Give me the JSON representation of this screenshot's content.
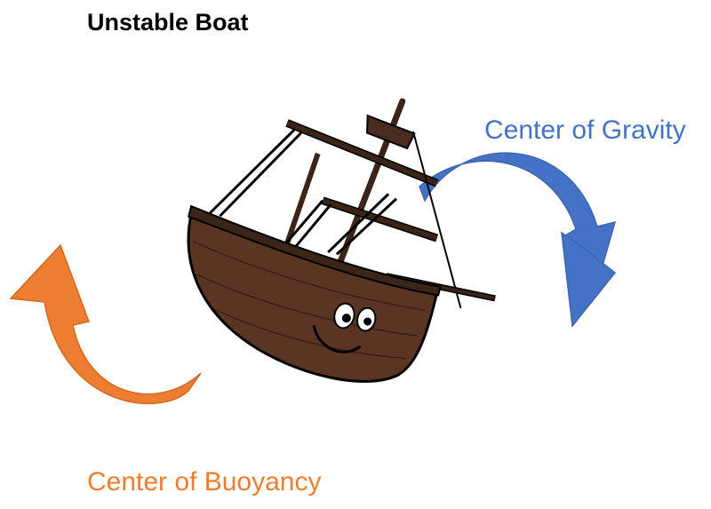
{
  "title": "Unstable Boat",
  "labels": {
    "center_of_gravity": "Center of Gravity",
    "center_of_buoyancy": "Center of Buoyancy"
  },
  "colors": {
    "gravity": "#4472C4",
    "buoyancy": "#ED7D31",
    "hull": "#5b3524",
    "outline": "#000000"
  },
  "icons": {
    "boat": "tilted-sailing-ship-with-face",
    "gravity_arrow": "curved-arrow-down-right",
    "buoyancy_arrow": "curved-arrow-up-left"
  }
}
